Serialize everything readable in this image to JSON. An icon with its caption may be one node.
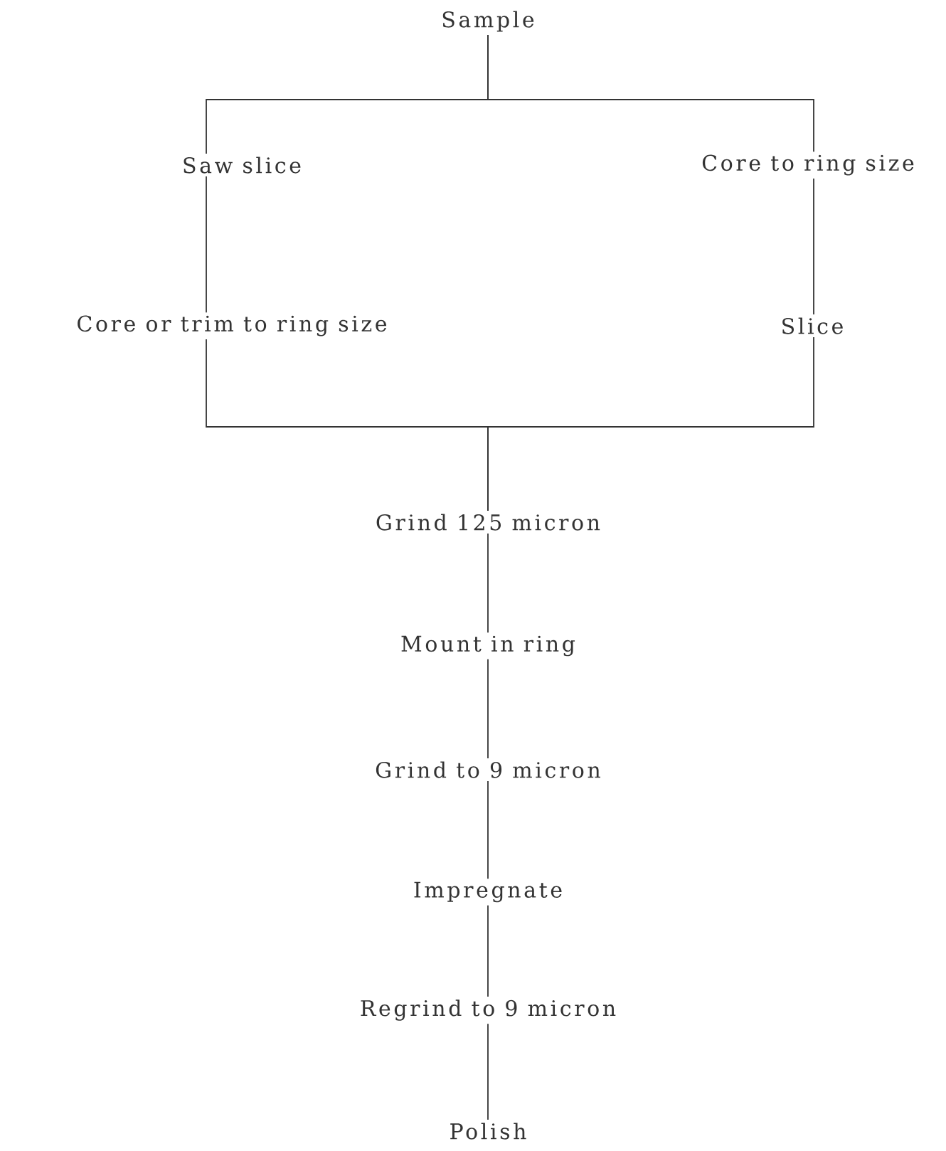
{
  "diagram": {
    "nodes": [
      {
        "text": [
          "Sample"
        ]
      },
      {
        "text": [
          "Saw slice"
        ]
      },
      {
        "text": [
          "Core to ring size"
        ]
      },
      {
        "text": [
          "Core or trim to ring size"
        ]
      },
      {
        "text": [
          "Slice"
        ]
      },
      {
        "text": [
          "Grind 125 micron"
        ]
      },
      {
        "text": [
          "Mount in ring"
        ]
      },
      {
        "text": [
          "Grind to 9 micron"
        ]
      },
      {
        "text": [
          "Impregnate"
        ]
      },
      {
        "text": [
          "Regrind to 9 micron"
        ]
      },
      {
        "text": [
          "Polish"
        ]
      }
    ],
    "edges": [
      {
        "from": 0,
        "to": 1,
        "arrow": "none"
      },
      {
        "from": 0,
        "to": 2,
        "arrow": "none"
      },
      {
        "from": 1,
        "to": 3,
        "arrow": "none"
      },
      {
        "from": 2,
        "to": 4,
        "arrow": "none"
      },
      {
        "from": 3,
        "to": 5,
        "arrow": "none"
      },
      {
        "from": 4,
        "to": 5,
        "arrow": "none"
      },
      {
        "from": 5,
        "to": 6,
        "arrow": "none"
      },
      {
        "from": 6,
        "to": 7,
        "arrow": "none"
      },
      {
        "from": 7,
        "to": 8,
        "arrow": "none"
      },
      {
        "from": 8,
        "to": 9,
        "arrow": "none"
      },
      {
        "from": 9,
        "to": 10,
        "arrow": "none"
      }
    ]
  }
}
